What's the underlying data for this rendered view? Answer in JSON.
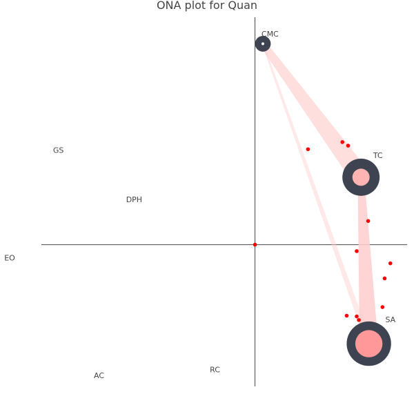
{
  "chart_data": {
    "type": "network",
    "title": "ONA plot for Quan",
    "xlim": [
      -3.56,
      2.22
    ],
    "ylim": [
      -2.36,
      3.41
    ],
    "axes_cross_at": [
      0,
      0
    ],
    "grid": false,
    "colors": {
      "node_ring": "#3d4350",
      "node_inner": "#ffb3b3",
      "node_inner_large": "#ff9999",
      "edge": "#ffcccc",
      "point": "#ff0000",
      "axis": "#444444",
      "text": "#444444"
    },
    "nodes": [
      {
        "name": "CMC",
        "x": 0.11,
        "y": 2.8,
        "outer_size": 0.11,
        "inner_size": 0.02,
        "label_dx": -0.02,
        "label_dy": 0.1
      },
      {
        "name": "TC",
        "x": 1.48,
        "y": 0.94,
        "outer_size": 0.26,
        "inner_size": 0.12,
        "label_dx": 0.17,
        "label_dy": 0.27
      },
      {
        "name": "SA",
        "x": 1.59,
        "y": -1.38,
        "outer_size": 0.31,
        "inner_size": 0.19,
        "label_dx": 0.23,
        "label_dy": 0.3
      },
      {
        "name": "GS",
        "x": -2.82,
        "y": 1.28,
        "outer_size": 0,
        "inner_size": 0
      },
      {
        "name": "DPH",
        "x": -1.8,
        "y": 0.59,
        "outer_size": 0,
        "inner_size": 0
      },
      {
        "name": "EO",
        "x": -3.5,
        "y": -0.22,
        "outer_size": 0,
        "inner_size": 0
      },
      {
        "name": "AC",
        "x": -2.25,
        "y": -1.86,
        "outer_size": 0,
        "inner_size": 0
      },
      {
        "name": "RC",
        "x": -0.63,
        "y": -1.78,
        "outer_size": 0,
        "inner_size": 0
      }
    ],
    "edges": [
      {
        "from": "CMC",
        "to": "TC",
        "weight": 0.14,
        "opacity": 0.65
      },
      {
        "from": "TC",
        "to": "SA",
        "weight": 0.13,
        "opacity": 0.85
      },
      {
        "from": "CMC",
        "to": "SA",
        "weight": 0.04,
        "opacity": 0.45
      }
    ],
    "points": [
      {
        "x": 0.0,
        "y": 0.0
      },
      {
        "x": 0.74,
        "y": 1.33
      },
      {
        "x": 1.22,
        "y": 1.43
      },
      {
        "x": 1.3,
        "y": 1.38
      },
      {
        "x": 1.58,
        "y": 0.33
      },
      {
        "x": 1.42,
        "y": -0.09
      },
      {
        "x": 1.89,
        "y": -0.26
      },
      {
        "x": 1.81,
        "y": -0.47
      },
      {
        "x": 1.78,
        "y": -0.87
      },
      {
        "x": 1.28,
        "y": -0.99
      },
      {
        "x": 1.42,
        "y": -1.0
      },
      {
        "x": 1.45,
        "y": -1.05
      }
    ]
  }
}
